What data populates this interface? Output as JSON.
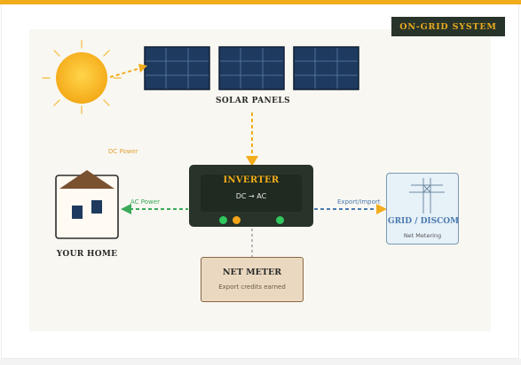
{
  "badge": {
    "label": "ON-GRID SYSTEM"
  },
  "solar": {
    "label": "SOLAR PANELS"
  },
  "inverter": {
    "title": "INVERTER",
    "subtitle": "DC → AC"
  },
  "home": {
    "label": "YOUR HOME"
  },
  "grid": {
    "label": "GRID / DISCOM",
    "sublabel": "Net Metering"
  },
  "meter": {
    "title": "NET METER",
    "subtitle": "Export credits earned"
  },
  "connections": {
    "dc_power": "DC Power",
    "ac_power": "AC Power",
    "export_import": "Export/Import"
  },
  "colors": {
    "accent": "#f2ad1c",
    "dark": "#283329",
    "ac_line": "#3aaa5a",
    "grid_line": "#4a79b0",
    "led_green": "#2fc75e",
    "led_amber": "#f2a51b"
  }
}
